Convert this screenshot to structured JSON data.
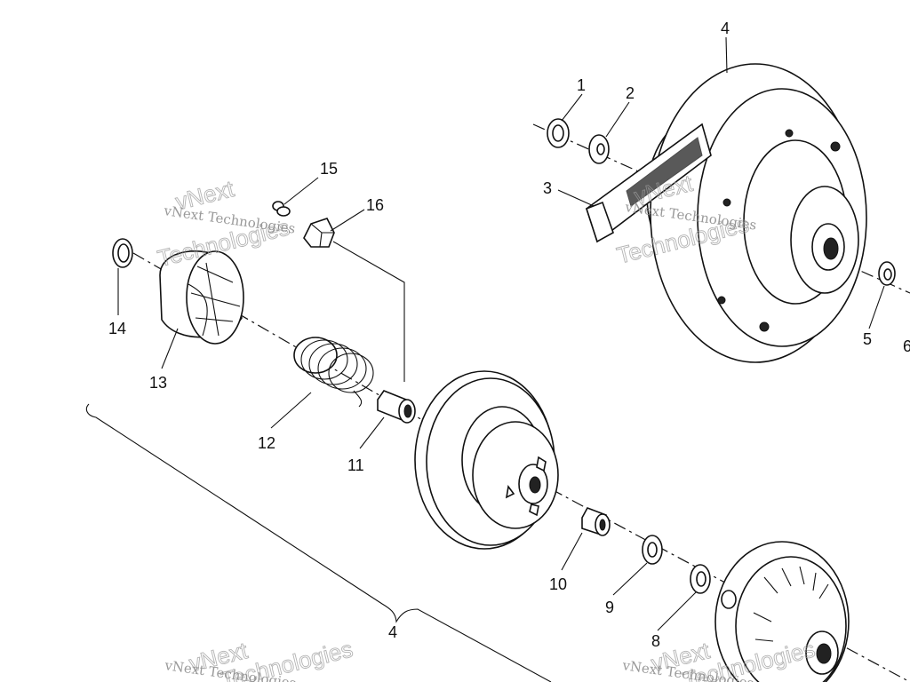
{
  "callouts": {
    "c1": "1",
    "c2": "2",
    "c3": "3",
    "c4_top": "4",
    "c5": "5",
    "c6": "6",
    "c8": "8",
    "c9": "9",
    "c10": "10",
    "c11": "11",
    "c12": "12",
    "c13": "13",
    "c14": "14",
    "c15": "15",
    "c16": "16",
    "c4_bottom": "4"
  },
  "watermark": {
    "company": "vNext Technologies",
    "word_top": "vNext",
    "word_bottom": "Technologies"
  }
}
